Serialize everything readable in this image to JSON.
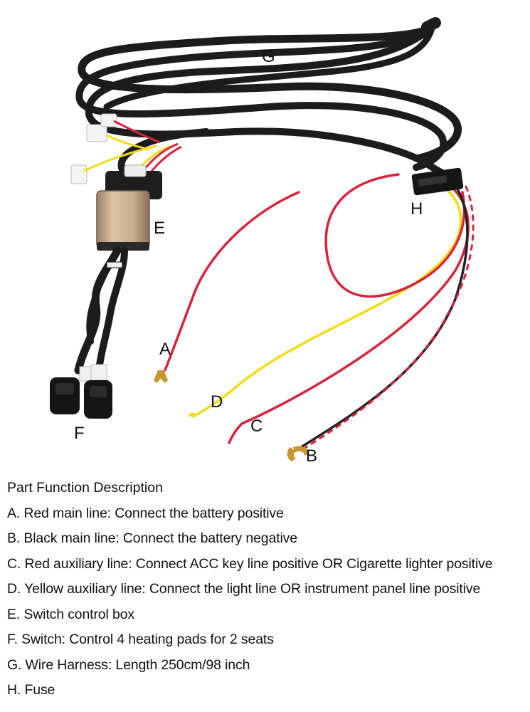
{
  "diagram": {
    "labels": {
      "A": "A",
      "B": "B",
      "C": "C",
      "D": "D",
      "E": "E",
      "F": "F",
      "G": "G",
      "H": "H"
    }
  },
  "description": {
    "title": "Part Function Description",
    "items": [
      "A. Red main line: Connect the battery positive",
      "B. Black main line: Connect the battery negative",
      "C. Red auxiliary line: Connect ACC key line positive OR Cigarette lighter positive",
      "D. Yellow auxiliary line: Connect the light line OR instrument panel line positive",
      "E. Switch control box",
      "F. Switch: Control 4 heating pads for 2 seats",
      "G. Wire Harness: Length 250cm/98 inch",
      "H. Fuse"
    ]
  },
  "colors": {
    "harness": "#1c1c1c",
    "red_wire": "#d8243c",
    "yellow_wire": "#f2dc14",
    "black_wire": "#222222",
    "control_box": "#c9a98c",
    "terminal": "#c8962e"
  }
}
